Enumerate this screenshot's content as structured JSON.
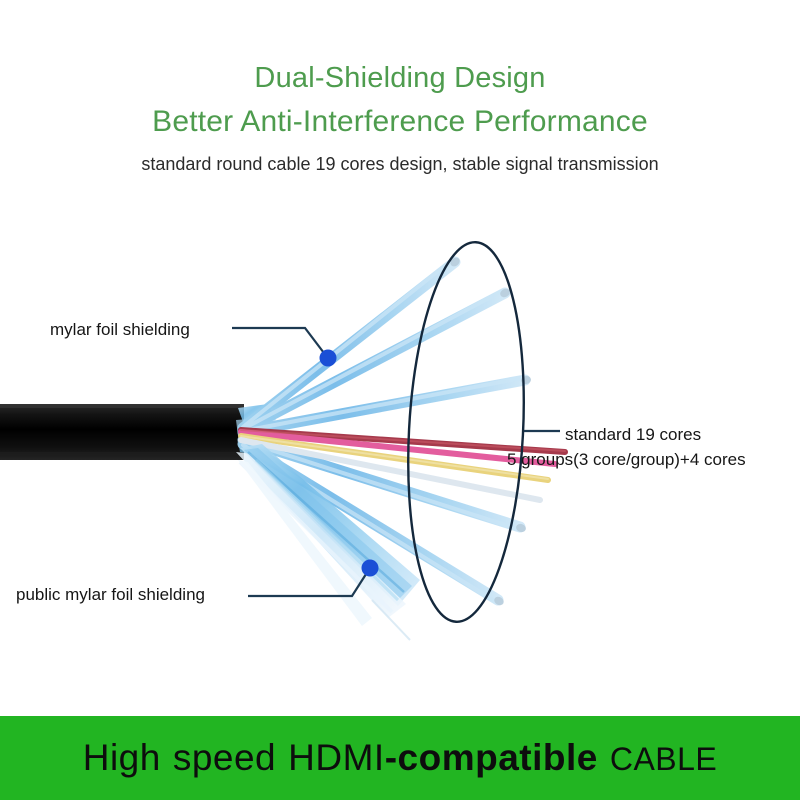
{
  "headings": {
    "line1": "Dual-Shielding Design",
    "line2": "Better Anti-Interference Performance",
    "subtitle": "standard round cable 19 cores design, stable signal transmission"
  },
  "callouts": {
    "mylar_foil": "mylar foil shielding",
    "public_mylar_foil": "public mylar foil shielding",
    "cores_line1": "standard 19 cores",
    "cores_line2": "5 groups(3 core/group)+4 cores"
  },
  "banner": {
    "part1": "High",
    "part2": "speed",
    "part3": "HDMI",
    "part4": "-compatible",
    "part5": "CABLE"
  },
  "colors": {
    "heading_green": "#4e9c4e",
    "banner_green": "#22b522",
    "callout_line": "#1d3a52",
    "callout_dot": "#1a4fd6",
    "ellipse_stroke": "#14283c",
    "cable_jacket": "#080808",
    "shield_blue": "#6fb7e8",
    "core_red": "#b03a4a",
    "core_pink": "#e0589a",
    "core_yellow": "#e8d27a",
    "core_white": "#dfe6ee"
  },
  "artwork": {
    "cable_label": "black round cable jacket",
    "shield_wire_count": 9,
    "core_wire_count": 4,
    "ellipse_label": "highlight ellipse around fanned cores"
  }
}
